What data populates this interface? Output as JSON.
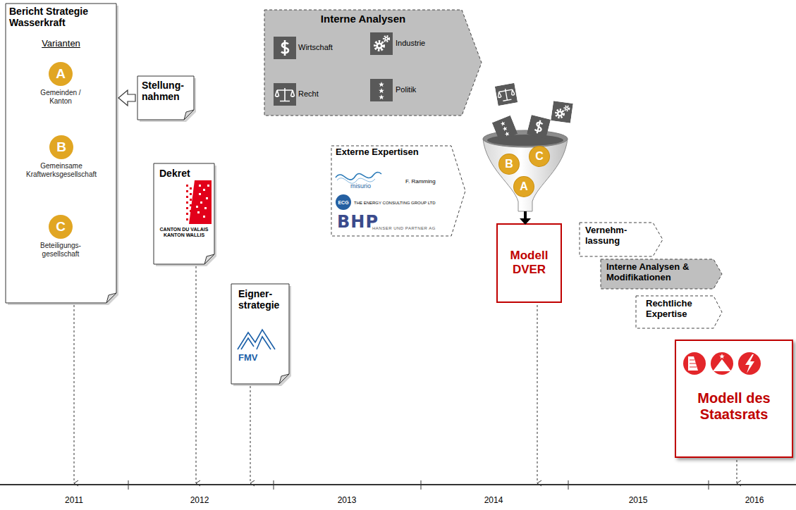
{
  "diagram": {
    "nodes": [
      {
        "text": [
          "Bericht Strategie Wasserkraft",
          "Varianten"
        ]
      },
      {
        "text": [
          "A",
          "Gemeinden / Kanton"
        ],
        "in": 0
      },
      {
        "text": [
          "B",
          "Gemeinsame Kraftwerksgesellschaft"
        ],
        "in": 0
      },
      {
        "text": [
          "C",
          "Beteiligungs- gesellschaft"
        ],
        "in": 0
      },
      {
        "text": [
          "Stellung- nahmen"
        ]
      },
      {
        "text": [
          "Interne Analysen",
          "Wirtschaft",
          "Industrie",
          "Recht",
          "Politik"
        ]
      },
      {
        "text": [
          "Dekret",
          "CANTON DU VALAIS KANTON WALLIS"
        ]
      },
      {
        "text": [
          "Externe Expertisen",
          "misurio",
          "F. Ramming",
          "ECG",
          "THE ENERGY CONSULTING GROUP LTD",
          "BHP",
          "HANSER UND PARTNER AG"
        ]
      },
      {
        "text": [
          "B"
        ]
      },
      {
        "text": [
          "C"
        ]
      },
      {
        "text": [
          "A"
        ]
      },
      {
        "text": [
          "Modell DVER"
        ]
      },
      {
        "text": [
          "Vernehm- lassung"
        ]
      },
      {
        "text": [
          "Interne Analysen & Modifikationen"
        ]
      },
      {
        "text": [
          "Rechtliche Expertise"
        ]
      },
      {
        "text": [
          "Eigner- strategie",
          "FMV"
        ]
      },
      {
        "text": [
          "Modell des Staatsrats"
        ]
      }
    ],
    "edges": [
      {
        "from": 4,
        "to": 0,
        "arrow": "to"
      }
    ],
    "labels": [
      "2011",
      "2012",
      "2013",
      "2014",
      "2015",
      "2016"
    ]
  }
}
